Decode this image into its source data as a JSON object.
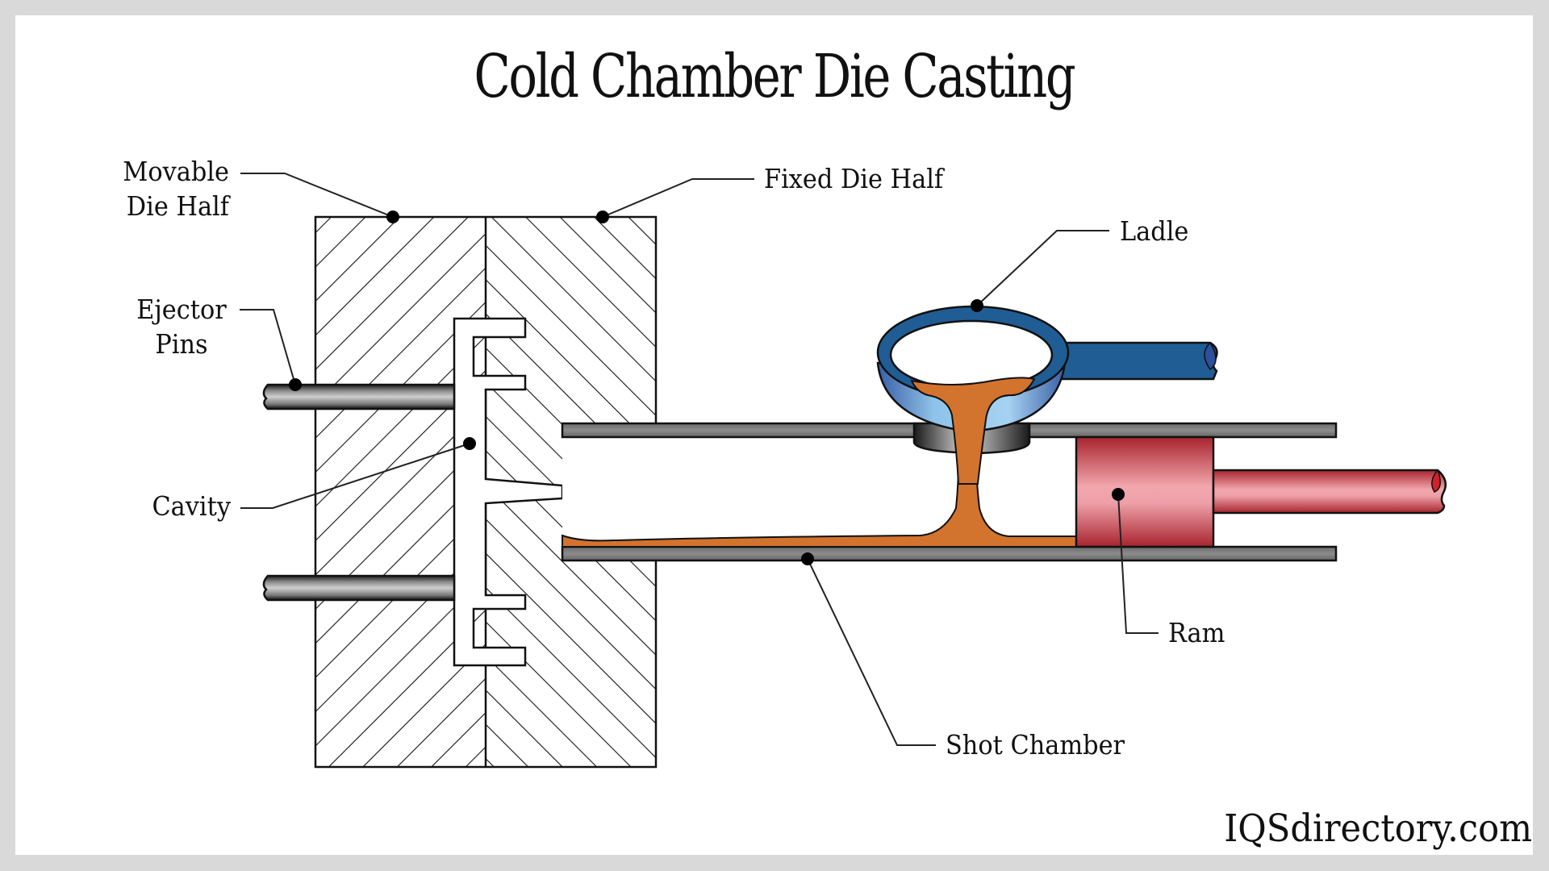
{
  "title": "Cold Chamber Die Casting",
  "labels": {
    "movable_die_half": [
      "Movable",
      "Die Half"
    ],
    "fixed_die_half": "Fixed Die Half",
    "ladle": "Ladle",
    "ejector_pins": [
      "Ejector",
      "Pins"
    ],
    "cavity": "Cavity",
    "ram": "Ram",
    "shot_chamber": "Shot Chamber"
  },
  "brand": "IQSdirectory.com",
  "colors": {
    "background": "#d9d9d9",
    "panel": "#ffffff",
    "molten_metal": "#d2732e",
    "ladle_blue": "#1f5d94",
    "ladle_light": "#8fc3ea",
    "ram_red": "#c0303c",
    "ram_pink": "#f0a4ac",
    "steel_grey": "#7a7a7a",
    "ink": "#111111"
  }
}
